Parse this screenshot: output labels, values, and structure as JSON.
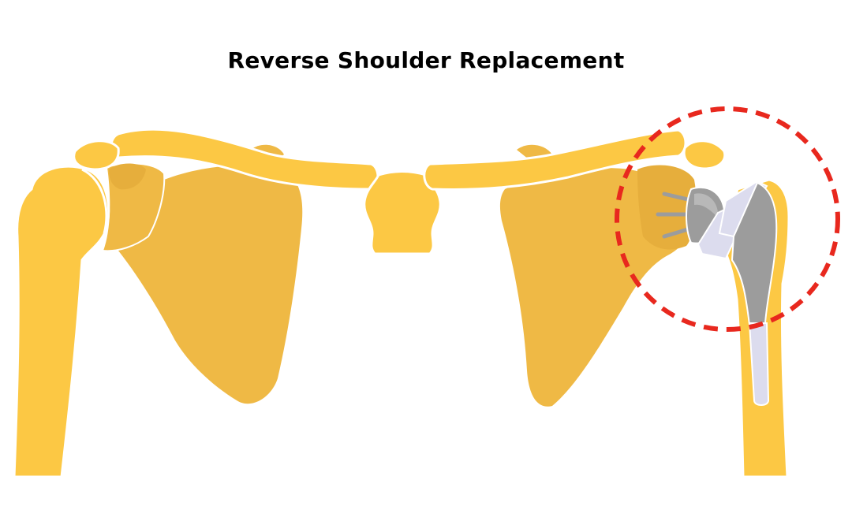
{
  "title": "Reverse Shoulder Replacement",
  "colors": {
    "bone": "#FCC844",
    "scapula": "#EFB945",
    "scapula_shadow": "#E6AE3C",
    "outline": "#FFFFFF",
    "implant_metal": "#9C9C9C",
    "implant_dark": "#6E6E6E",
    "implant_plastic": "#DCDCEE",
    "highlight_circle": "#E8281E",
    "background": "#FFFFFF"
  },
  "icons": {
    "left_shoulder": "natural-shoulder-joint",
    "right_shoulder": "reverse-shoulder-implant",
    "highlight": "dashed-circle-highlight"
  }
}
